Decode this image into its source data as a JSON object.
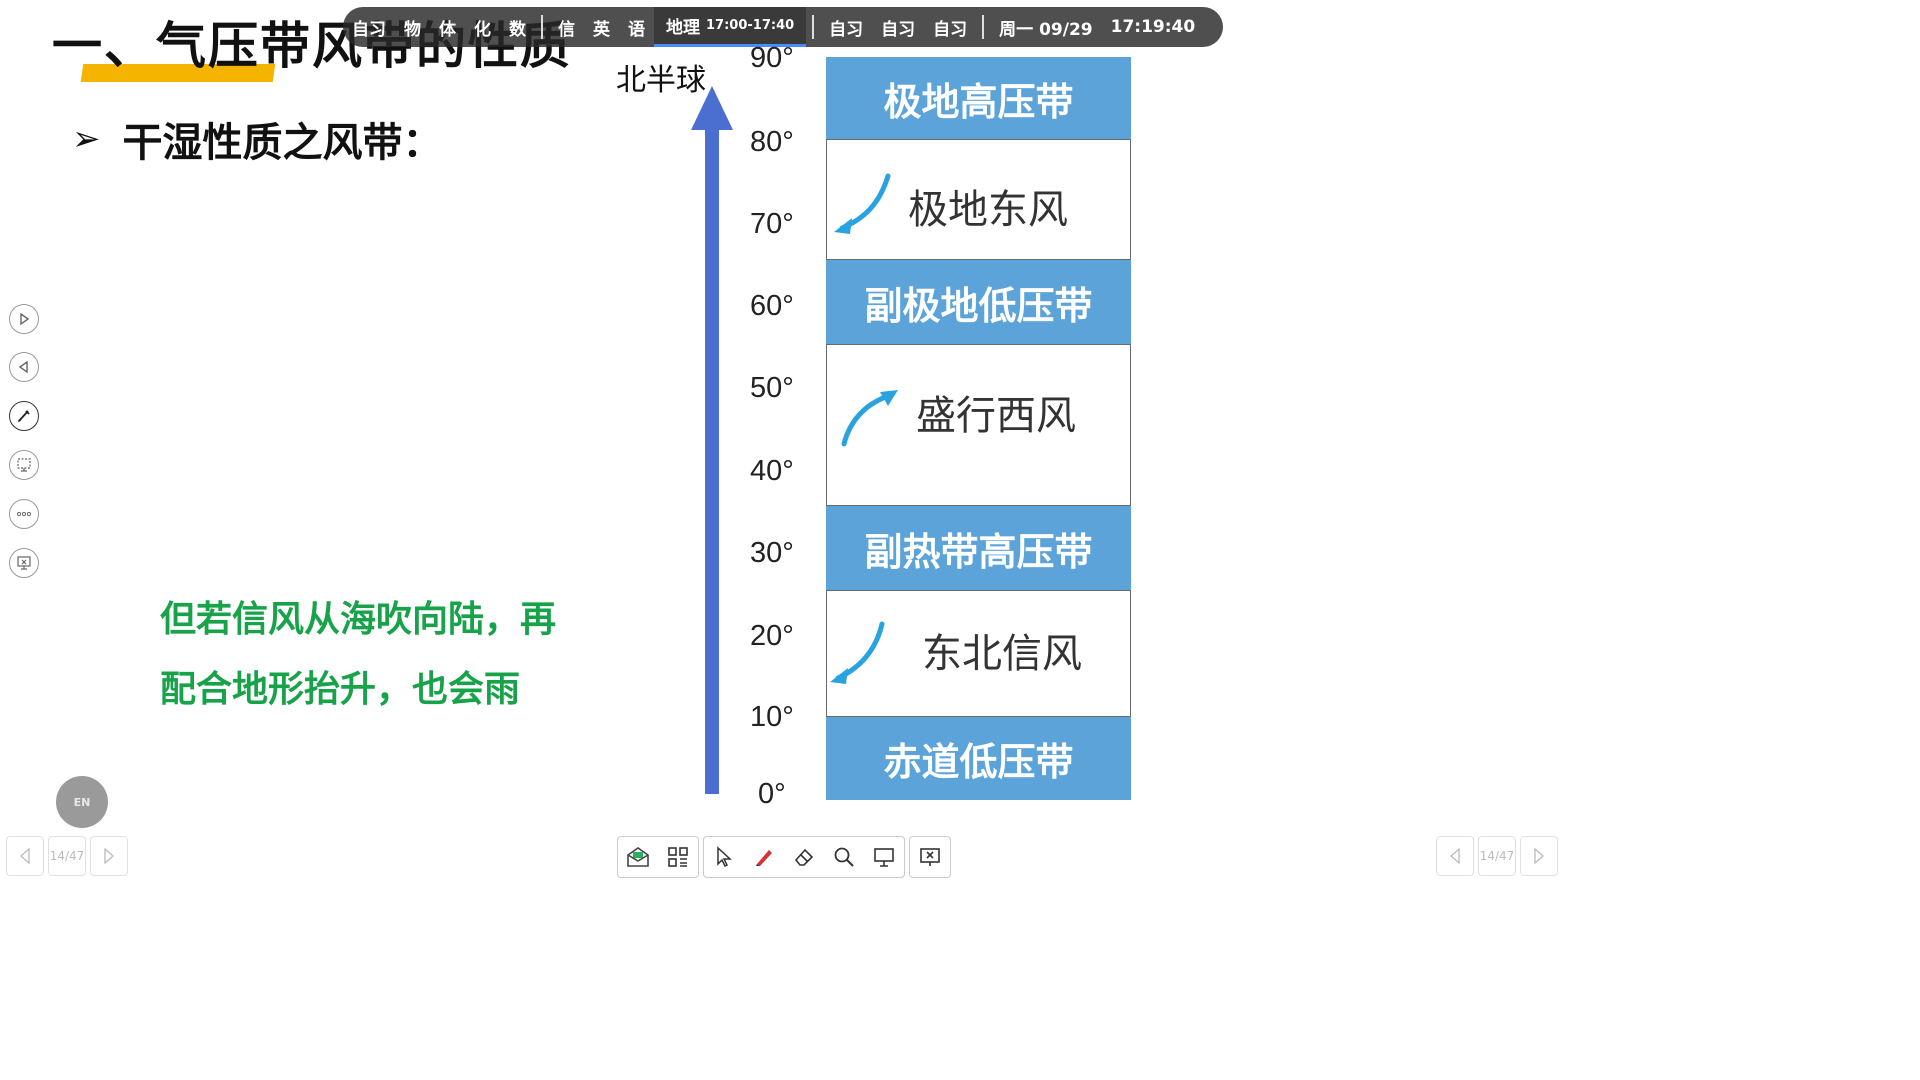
{
  "slide": {
    "title": "一、气压带风带的性质",
    "subheading": "干湿性质之风带：",
    "bullet_glyph": "➢",
    "note_line1": "但若信风从海吹向陆，再",
    "note_line2": "配合地形抬升，也会雨"
  },
  "schedule": {
    "items": [
      "自习",
      "物",
      "体",
      "化",
      "数"
    ],
    "items2": [
      "信",
      "英",
      "语"
    ],
    "current_subject": "地理",
    "current_time": "17:00-17:40",
    "after": [
      "自习",
      "自习",
      "自习"
    ],
    "day_date": "周一 09/29",
    "clock": "17:19:40"
  },
  "diagram": {
    "hemisphere": "北半球",
    "latitudes": [
      "90°",
      "80°",
      "70°",
      "60°",
      "50°",
      "40°",
      "30°",
      "20°",
      "10°",
      "0°"
    ],
    "zones": {
      "polar_high": "极地高压带",
      "polar_easterlies": "极地东风",
      "subpolar_low": "副极地低压带",
      "westerlies": "盛行西风",
      "subtropical_high": "副热带高压带",
      "ne_trades": "东北信风",
      "equatorial_low": "赤道低压带"
    },
    "colors": {
      "pressure_belt": "#5ba3d9",
      "axis_arrow": "#4a6fd0",
      "wind_arrow": "#29a3e0",
      "note": "#18a34a",
      "title_accent": "#f5b400"
    }
  },
  "pager": {
    "left": "14/47",
    "right": "14/47"
  },
  "toolbar": {
    "icons": [
      "message-icon",
      "qr-icon",
      "pointer-icon",
      "pen-icon",
      "eraser-icon",
      "search-icon",
      "screen-icon",
      "close-screen-icon"
    ]
  },
  "badge": {
    "label": "EN"
  }
}
